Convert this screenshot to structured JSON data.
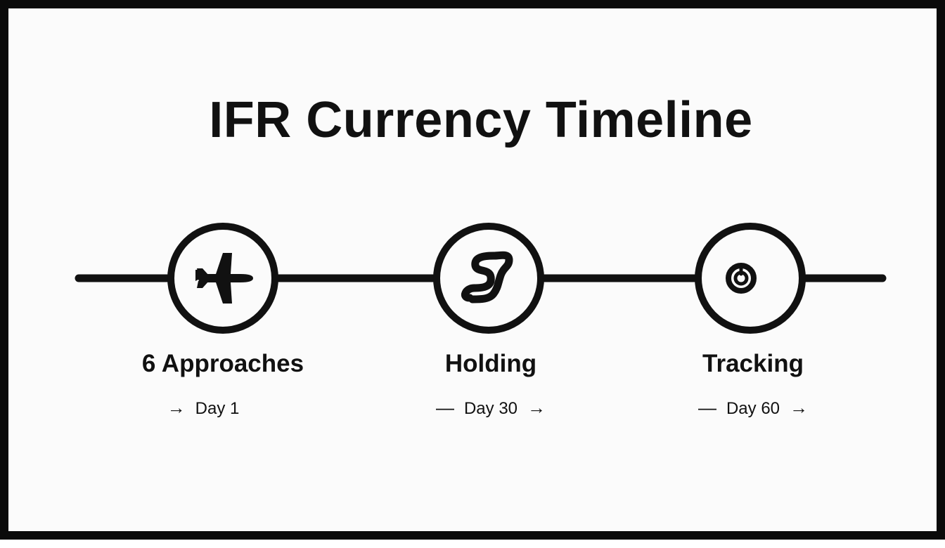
{
  "title": "IFR Currency Timeline",
  "steps": [
    {
      "label": "6 Approaches",
      "day": "Day 1",
      "prefix": "→",
      "suffix": "",
      "icon": "airplane-icon"
    },
    {
      "label": "Holding",
      "day": "Day 30",
      "prefix": "—",
      "suffix": "→",
      "icon": "holding-pattern-icon"
    },
    {
      "label": "Tracking",
      "day": "Day 60",
      "prefix": "—",
      "suffix": "→",
      "icon": "tracking-target-icon"
    }
  ],
  "colors": {
    "ink": "#111111",
    "background": "#fbfbfb",
    "frame": "#0a0a0a"
  }
}
